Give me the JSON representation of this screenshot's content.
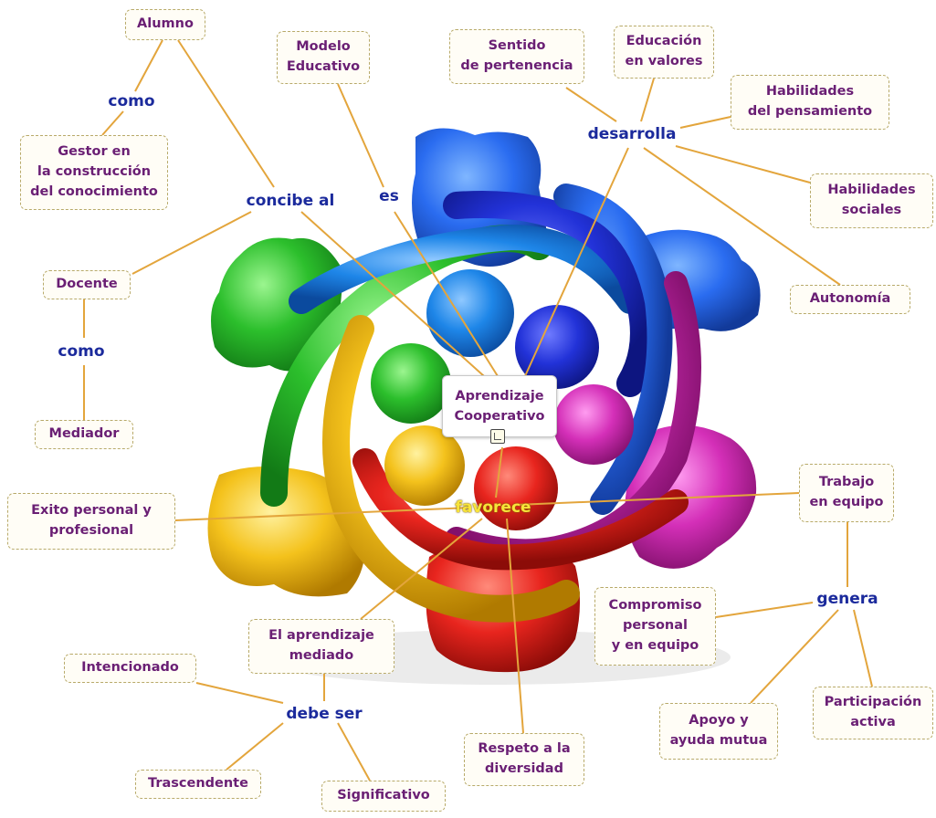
{
  "central_topic": {
    "label": "Aprendizaje\nCooperativo"
  },
  "nodes": {
    "alumno": "Alumno",
    "gestor": "Gestor en\nla construcción\ndel conocimiento",
    "docente": "Docente",
    "mediador": "Mediador",
    "modelo_educativo": "Modelo\nEducativo",
    "sentido_pertenencia": "Sentido\nde pertenencia",
    "educacion_valores": "Educación\nen valores",
    "habilidades_pensamiento": "Habilidades\ndel pensamiento",
    "habilidades_sociales": "Habilidades\nsociales",
    "autonomia": "Autonomía",
    "exito_personal": "Exito personal y\nprofesional",
    "trabajo_equipo": "Trabajo\nen equipo",
    "compromiso": "Compromiso\npersonal\ny en equipo",
    "participacion": "Participación\nactiva",
    "apoyo": "Apoyo y\nayuda mutua",
    "aprendizaje_mediado": "El aprendizaje\nmediado",
    "intencionado": "Intencionado",
    "trascendente": "Trascendente",
    "significativo": "Significativo",
    "respeto": "Respeto a la\ndiversidad"
  },
  "link_words": {
    "como_alumno": "como",
    "concibe_al": "concibe al",
    "como_docente": "como",
    "es": "es",
    "desarrolla": "desarrolla",
    "favorece": "favorece",
    "genera": "genera",
    "debe_ser": "debe ser"
  },
  "colors": {
    "node_text": "#6a1f74",
    "link_text": "#1b2a9c",
    "connector": "#e3a53c",
    "node_border": "#b8aa6a",
    "favorece_text": "#f8e43a",
    "figure_blue": "#1f5fe0",
    "figure_green": "#2cbf2c",
    "figure_magenta": "#d42fb8",
    "figure_red": "#e8251e",
    "figure_yellow": "#f4c21c"
  },
  "background_image": "cooperative-figures-illustration"
}
